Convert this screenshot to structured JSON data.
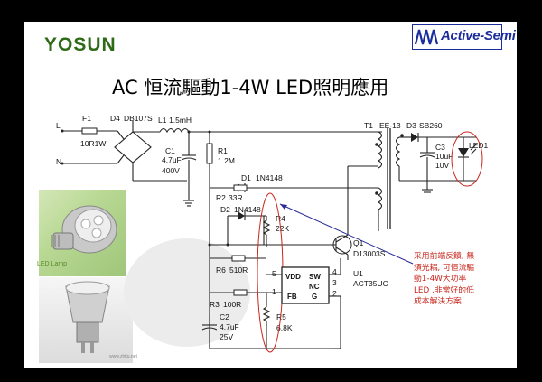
{
  "header": {
    "yosun_text": "YOSUN",
    "active_semi_text": "Active-Semi",
    "title": "AC 恒流驅動1-4W LED照明應用"
  },
  "photos": {
    "bulb_caption": "LED Lamp",
    "watermark": "www.zhitu.net"
  },
  "schematic": {
    "nodes": {
      "L": "L",
      "N": "N",
      "F1": "F1",
      "F1_value": "10R1W",
      "D4": "D4",
      "D4_value": "DB107S",
      "L1": "L1",
      "L1_value": "1.5mH",
      "C1": "C1",
      "C1_value1": "4.7uF",
      "C1_value2": "400V",
      "R1": "R1",
      "R1_value": "1.2M",
      "D1": "D1",
      "D1_value": "1N4148",
      "R2": "R2",
      "R2_value": "33R",
      "D2": "D2",
      "D2_value": "1N4148",
      "R4": "R4",
      "R4_value": "22K",
      "R6": "R6",
      "R6_value": "510R",
      "R3": "R3",
      "R3_value": "100R",
      "C2": "C2",
      "C2_value1": "4.7uF",
      "C2_value2": "25V",
      "R5": "R5",
      "R5_value": "6.8K",
      "Q1": "Q1",
      "Q1_value": "D13003S",
      "U1": "U1",
      "U1_value": "ACT35UC",
      "T1": "T1",
      "T1_value": "EE-13",
      "D3": "D3",
      "D3_value": "SB260",
      "C3": "C3",
      "C3_value1": "10uF",
      "C3_value2": "10V",
      "LED1": "LED1",
      "pin5": "5",
      "pin1": "1",
      "pin4": "4",
      "pin3": "3",
      "pin2": "2",
      "chip_vdd": "VDD",
      "chip_sw": "SW",
      "chip_nc": "NC",
      "chip_fb": "FB",
      "chip_g": "G"
    }
  },
  "note": {
    "lines": [
      "采用前端反饋, 無",
      "須光耦, 可恒流驅",
      "動1-4W大功率",
      "LED .非常好的低",
      "成本解決方案"
    ]
  },
  "colors": {
    "slide_bg": "#ffffff",
    "frame": "#000000",
    "note_red": "#c8281e",
    "schematic_blue": "#1a2a8a",
    "yosun_green": "#2e6b17",
    "active_semi_blue": "#1b2d9c"
  }
}
